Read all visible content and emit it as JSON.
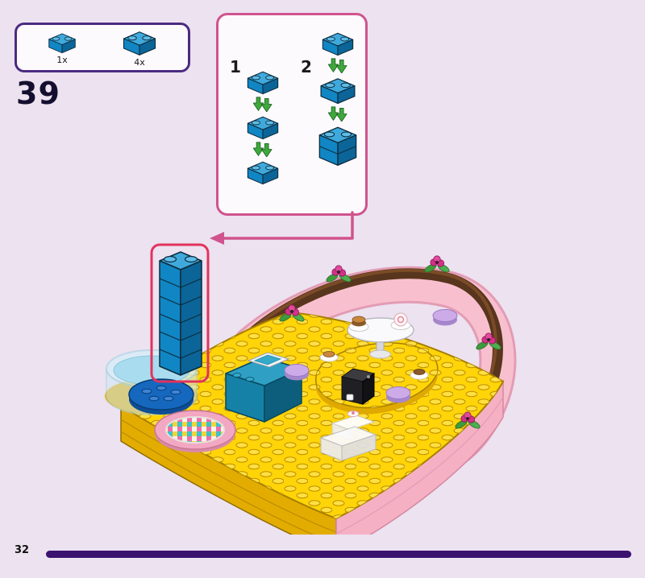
{
  "page": {
    "number": "32"
  },
  "step": {
    "number": "39"
  },
  "parts_box": {
    "parts": [
      {
        "count": "1x",
        "part": "blue-brick-1x2"
      },
      {
        "count": "4x",
        "part": "blue-brick-1x2"
      }
    ]
  },
  "substep_box": {
    "substeps": [
      {
        "label": "1"
      },
      {
        "label": "2"
      }
    ]
  },
  "colors": {
    "background": "#ECE2F0",
    "parts_box_border": "#4A2B80",
    "substep_box_border": "#D0538E",
    "connector_pink": "#D0538E",
    "brick_blue": "#1186C4",
    "arrow_green": "#3FA83C",
    "highlight_red": "#E2335C",
    "baseplate_yellow": "#FFD408",
    "wall_pink": "#F6B0C4",
    "railing_brown": "#58351D",
    "counter_teal": "#1581A6",
    "footer_bar": "#3A1370"
  },
  "icons": {
    "brick-icon": "isometric blue LEGO brick",
    "stack-arrow-icon": "green downward assembly arrows",
    "flower-icon": "magenta flower with green leaves"
  }
}
